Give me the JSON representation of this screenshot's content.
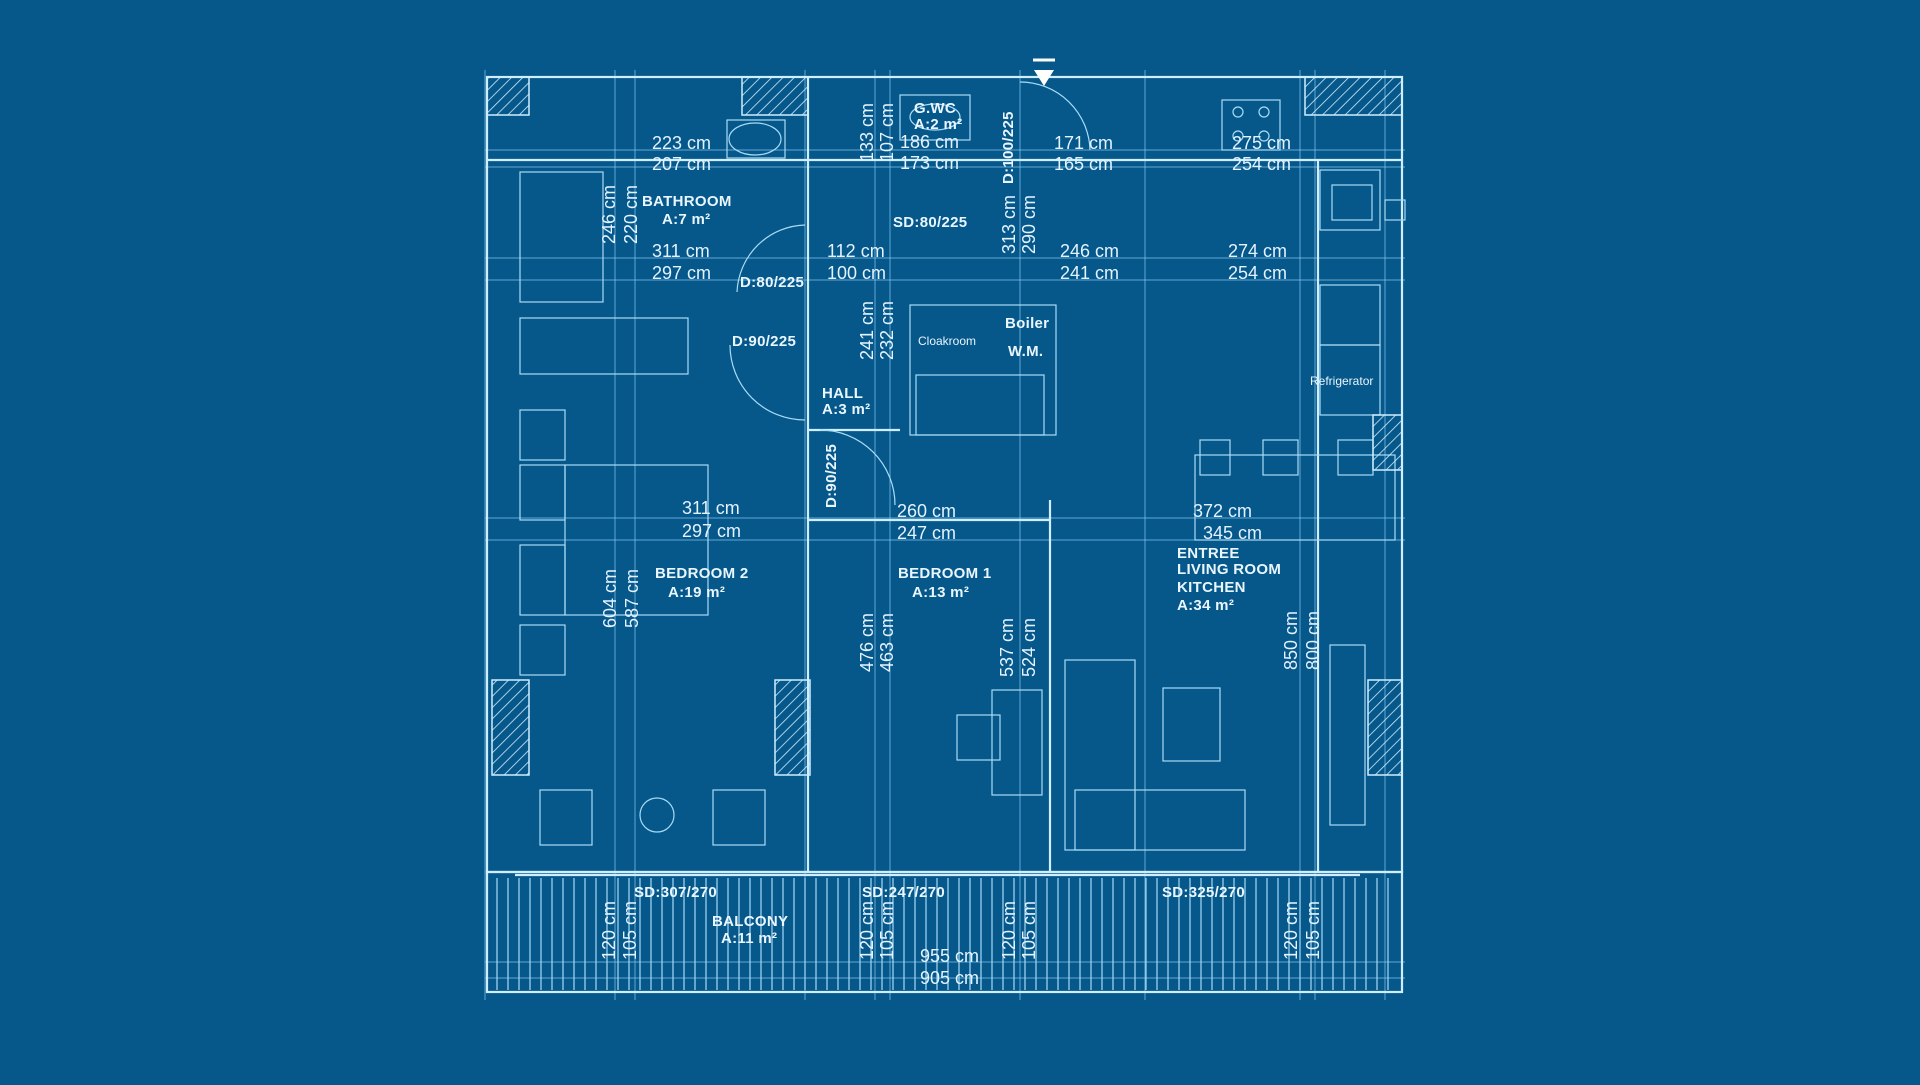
{
  "background_color": "#06578a",
  "line_color": "#cfeeff",
  "rooms": {
    "bathroom": {
      "name": "BATHROOM",
      "area": "A:7 m²"
    },
    "gwc": {
      "name": "G.WC",
      "area": "A:2 m²"
    },
    "hall": {
      "name": "HALL",
      "area": "A:3 m²"
    },
    "bedroom2": {
      "name": "BEDROOM 2",
      "area": "A:19 m²"
    },
    "bedroom1": {
      "name": "BEDROOM 1",
      "area": "A:13 m²"
    },
    "living": {
      "line1": "ENTREE",
      "line2": "LIVING ROOM",
      "line3": "KITCHEN",
      "area": "A:34 m²"
    },
    "balcony": {
      "name": "BALCONY",
      "area": "A:11 m²"
    }
  },
  "fixtures": {
    "cloakroom": "Cloakroom",
    "boiler": "Boiler",
    "wm": "W.M.",
    "refrigerator": "Refrigerator"
  },
  "doors": {
    "d_100_225": "D:100/225",
    "d_80_225": "D:80/225",
    "d_90_225_a": "D:90/225",
    "d_90_225_b": "D:90/225",
    "sd_80_225": "SD:80/225",
    "sd_307_270": "SD:307/270",
    "sd_247_270": "SD:247/270",
    "sd_325_270": "SD:325/270"
  },
  "dimensions": {
    "bath_w1": "223 cm",
    "bath_w2": "207 cm",
    "bath_h1": "246 cm",
    "bath_h2": "220 cm",
    "wc_h1": "133 cm",
    "wc_h2": "107 cm",
    "wc_w1": "186 cm",
    "wc_w2": "173 cm",
    "top_w1": "171 cm",
    "top_w2": "165 cm",
    "top_r1": "275 cm",
    "top_r2": "254 cm",
    "hall_v1": "313 cm",
    "hall_v2": "290 cm",
    "row2_w1": "311 cm",
    "row2_w2": "297 cm",
    "row2_m1": "112 cm",
    "row2_m2": "100 cm",
    "row2_c1": "246 cm",
    "row2_c2": "241 cm",
    "row2_r1": "274 cm",
    "row2_r2": "254 cm",
    "hall_h1": "241 cm",
    "hall_h2": "232 cm",
    "bed2_w1": "311 cm",
    "bed2_w2": "297 cm",
    "bed1_w1": "260 cm",
    "bed1_w2": "247 cm",
    "liv_w1": "372 cm",
    "liv_w2": "345 cm",
    "bed2_h1": "604 cm",
    "bed2_h2": "587 cm",
    "bed1_h1": "476 cm",
    "bed1_h2": "463 cm",
    "bed1_r1": "537 cm",
    "bed1_r2": "524 cm",
    "liv_h1": "850 cm",
    "liv_h2": "800 cm",
    "bal_a1": "120 cm",
    "bal_a2": "105 cm",
    "bal_b1": "120 cm",
    "bal_b2": "105 cm",
    "bal_c1": "120 cm",
    "bal_c2": "105 cm",
    "bal_d1": "120 cm",
    "bal_d2": "105 cm",
    "bal_w1": "955 cm",
    "bal_w2": "905 cm"
  }
}
